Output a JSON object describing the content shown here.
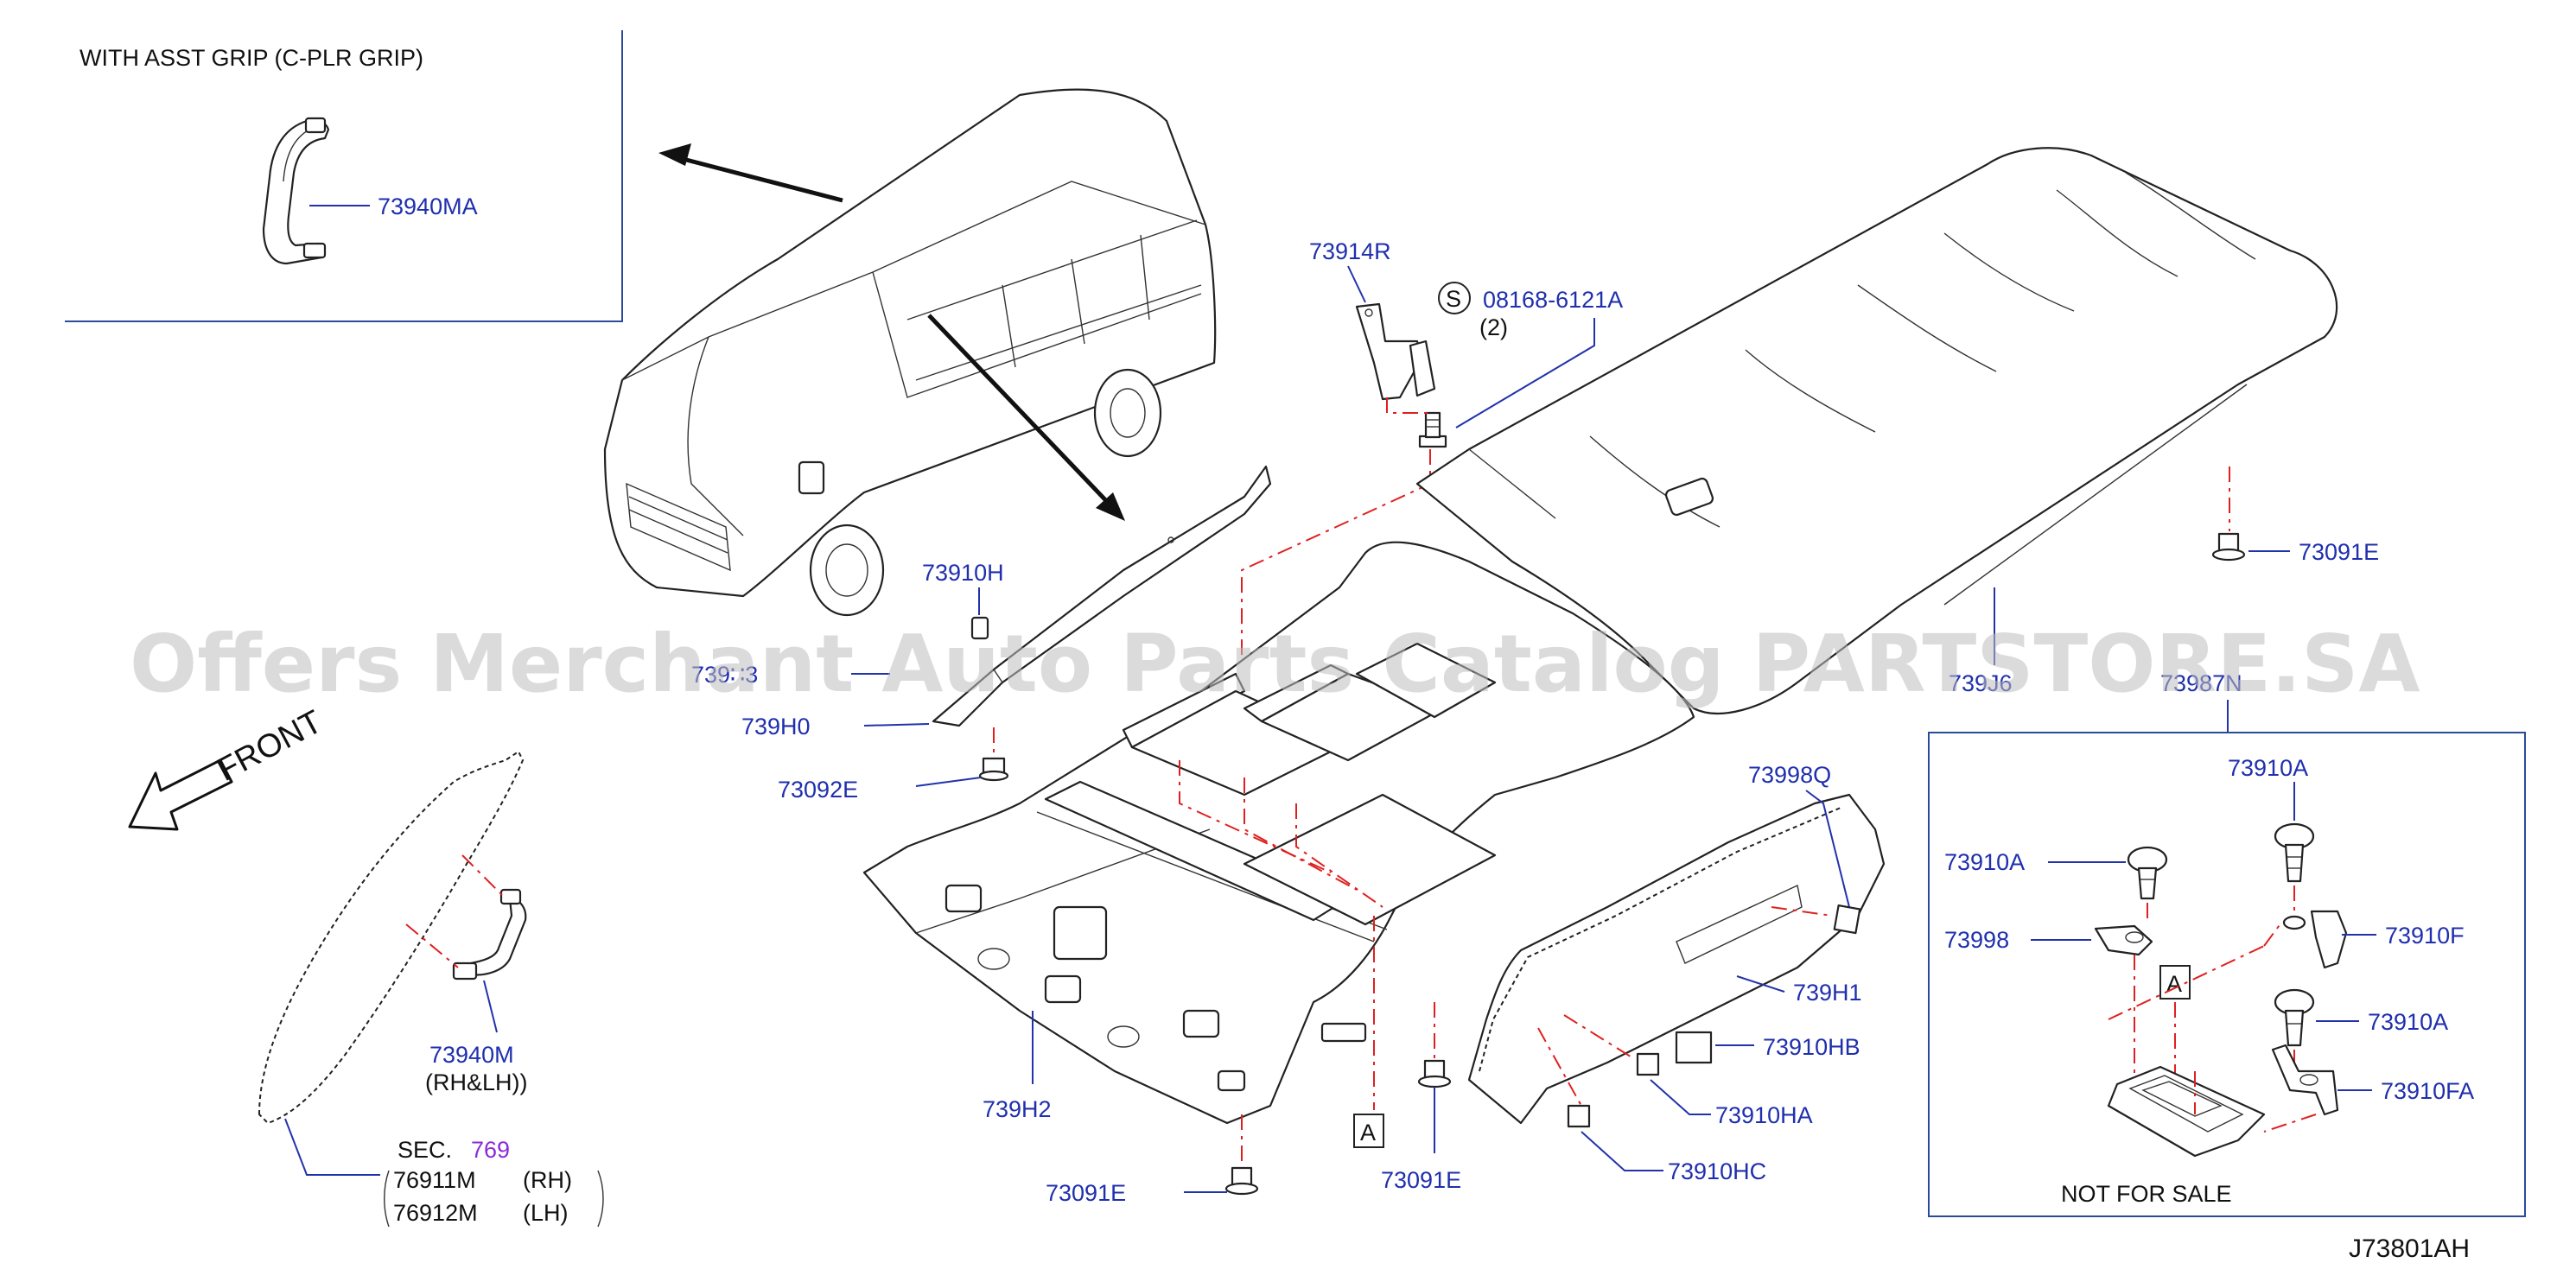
{
  "header_text": {
    "asst_grip": "WITH   ASST   GRIP   (C-PLR   GRIP)"
  },
  "labels": {
    "p73940MA": "73940MA",
    "p73914R": "73914R",
    "s_symbol": "S",
    "p08168": "08168-6121A",
    "qty2": "(2)",
    "p73910H": "73910H",
    "p739xx": "739∷3",
    "p739H0": "739H0",
    "p73092E": "73092E",
    "p73091E_right": "73091E",
    "p739J6": "739J6",
    "p73987N": "73987N",
    "p73998Q": "73998Q",
    "p739H1": "739H1",
    "p73910HB": "73910HB",
    "p73910HA": "73910HA",
    "p73910HC": "73910HC",
    "p739H2": "739H2",
    "p73091E_bottom": "73091E",
    "p73091E_mid": "73091E",
    "ref_A_main": "A",
    "p73940M": "73940M",
    "rh_lh": "(RH&LH))",
    "sec": "SEC.",
    "sec_num": "769",
    "p76911M": "76911M",
    "rh": "(RH)",
    "p76912M": "76912M",
    "lh": "(LH)",
    "front": "FRONT",
    "inset_73910A_top": "73910A",
    "inset_73910A_left": "73910A",
    "inset_73998": "73998",
    "inset_73910F": "73910F",
    "inset_A": "A",
    "inset_73910A_mid": "73910A",
    "inset_73910FA": "73910FA",
    "not_for_sale": "NOT   FOR   SALE",
    "diagram_id": "J73801AH"
  },
  "watermark": "Offers Merchant Auto Parts Catalog PARTSTORE.SA",
  "colors": {
    "label": "#1f2fae",
    "leader_dash": "#e02020",
    "section_ref": "#8a2bd8",
    "outline": "#222222"
  }
}
